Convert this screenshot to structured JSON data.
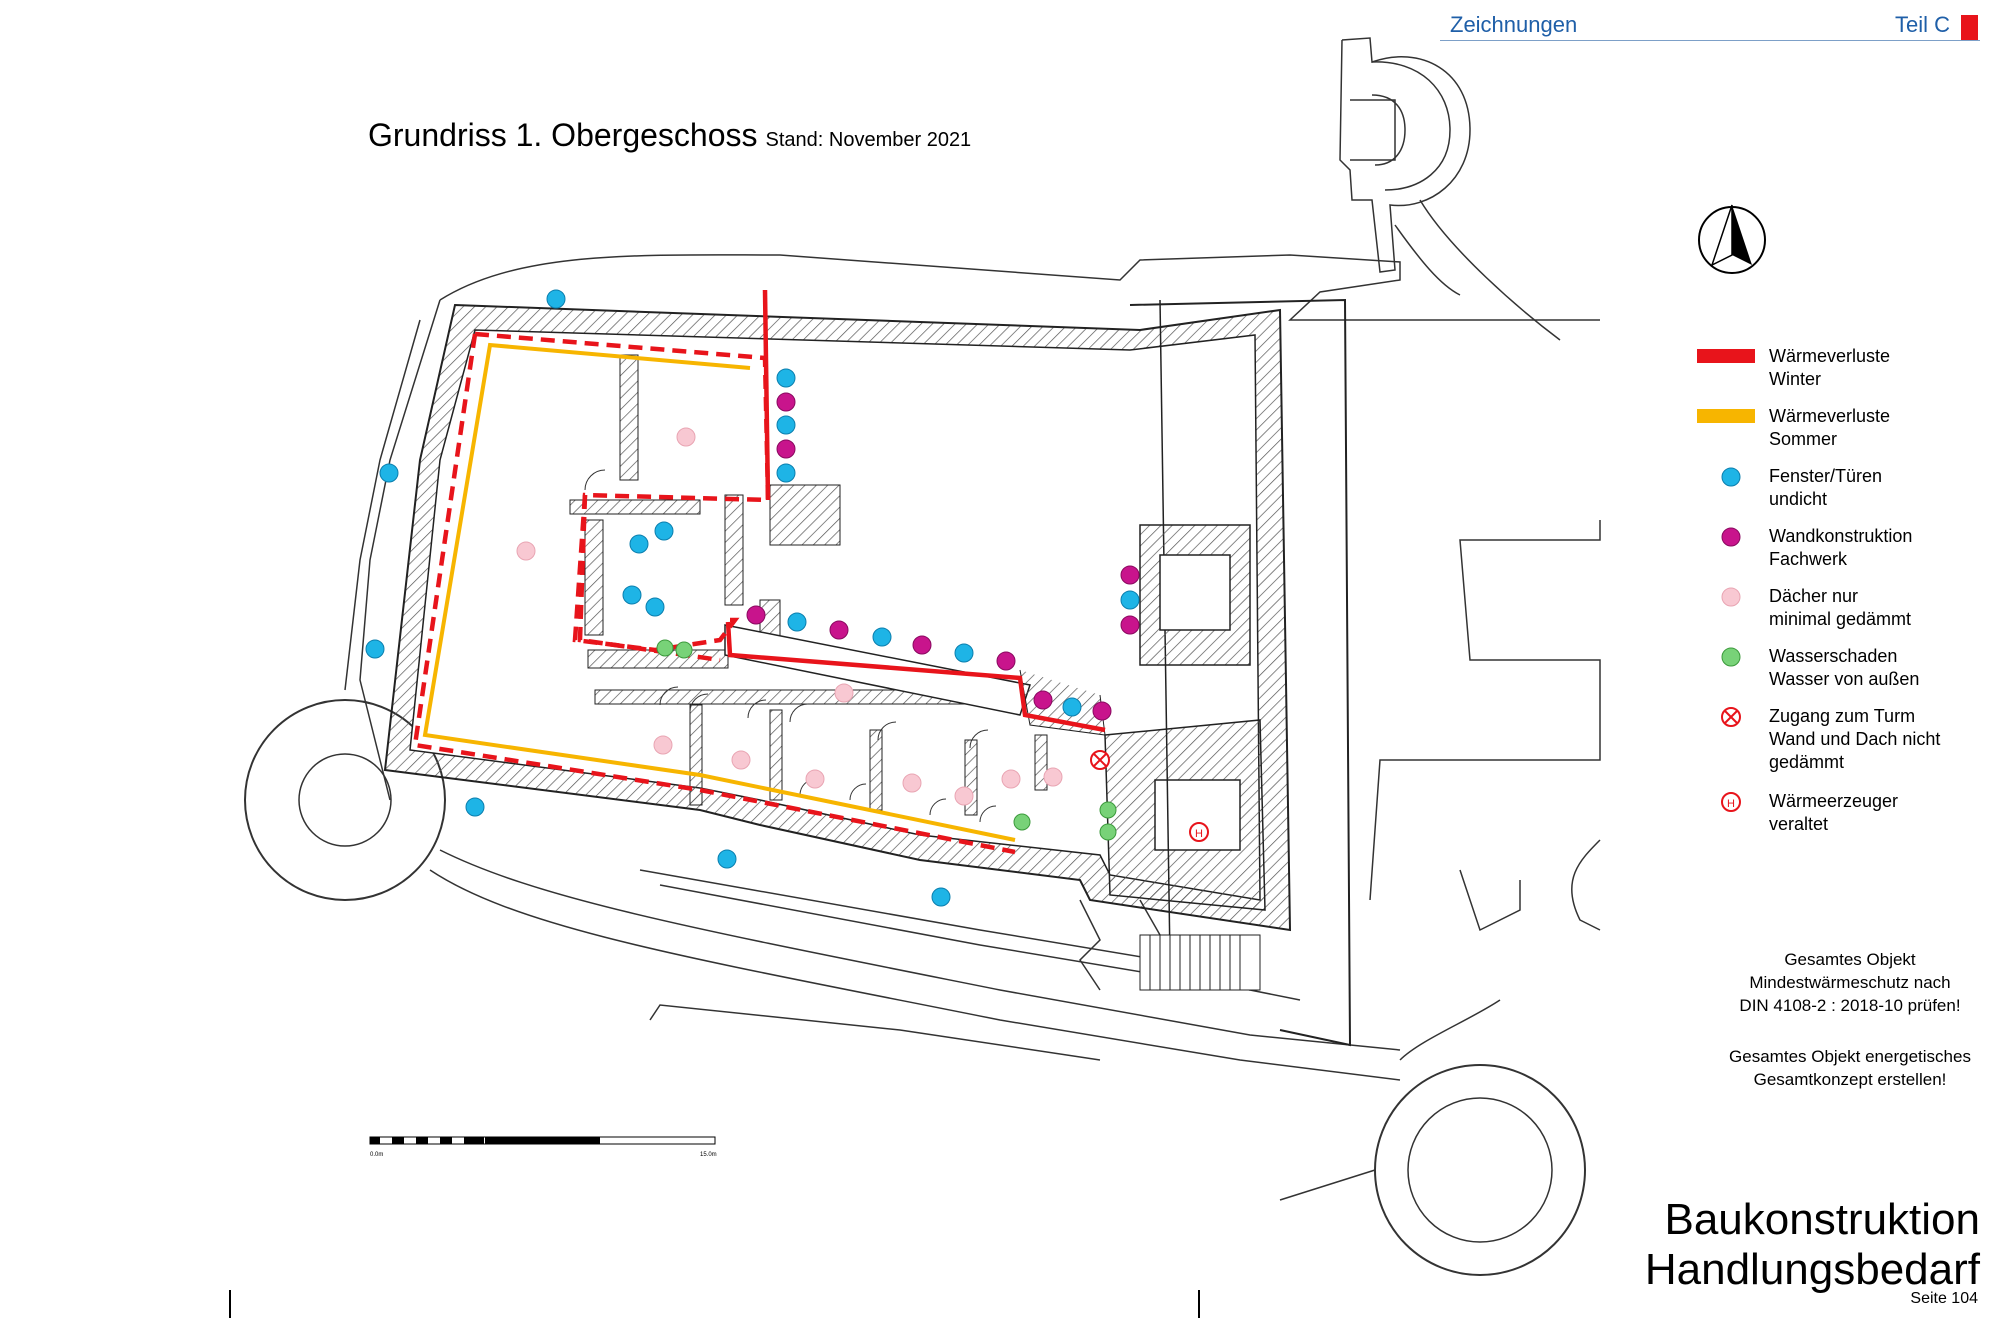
{
  "header": {
    "section": "Zeichnungen",
    "part": "Teil C",
    "part_color": "#e8141b",
    "text_color": "#1f5fa8"
  },
  "title": {
    "main": "Grundriss 1. Obergeschoss",
    "stand": "Stand: November 2021"
  },
  "legend": [
    {
      "symbol": "red-line",
      "label": "Wärmeverluste\nWinter",
      "color": "#e8141b"
    },
    {
      "symbol": "yellow-line",
      "label": "Wärmeverluste\nSommer",
      "color": "#f7b500"
    },
    {
      "symbol": "blue-dot",
      "label": "Fenster/Türen\nundicht",
      "color": "#1eb4e6"
    },
    {
      "symbol": "magenta-dot",
      "label": "Wandkonstruktion\nFachwerk",
      "color": "#c8148c"
    },
    {
      "symbol": "pink-dot",
      "label": "Dächer nur\nminimal gedämmt",
      "color": "#f8c8d2"
    },
    {
      "symbol": "green-dot",
      "label": "Wasserschaden\nWasser von außen",
      "color": "#78d278"
    },
    {
      "symbol": "cross-icon",
      "label": "Zugang zum Turm\nWand und Dach nicht\ngedämmt",
      "color": "#e8141b"
    },
    {
      "symbol": "h-icon",
      "label": "Wärmeerzeuger\nveraltet",
      "color": "#e8141b"
    }
  ],
  "notes": {
    "note1": "Gesamtes Objekt\nMindestwärmeschutz nach\nDIN 4108-2 : 2018-10 prüfen!",
    "note2": "Gesamtes Objekt energetisches\nGesamtkonzept erstellen!"
  },
  "footer": {
    "heading": "Baukonstruktion\nHandlungsbedarf",
    "page": "Seite 104"
  },
  "scale_bar": {
    "start": "0.0m",
    "end": "15.0m"
  },
  "h_marker": "H"
}
